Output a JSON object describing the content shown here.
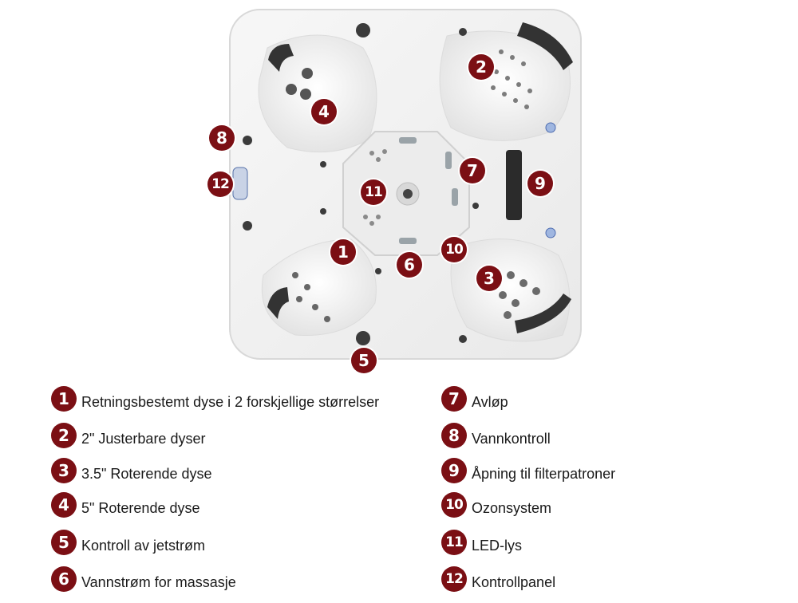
{
  "markers": [
    {
      "num": "1",
      "label": "Retningsbestemt dyse i 2 forskjellige størrelser"
    },
    {
      "num": "2",
      "label": "2\" Justerbare dyser"
    },
    {
      "num": "3",
      "label": "3.5\" Roterende dyse"
    },
    {
      "num": "4",
      "label": "5\" Roterende dyse"
    },
    {
      "num": "5",
      "label": "Kontroll av jetstrøm"
    },
    {
      "num": "6",
      "label": "Vannstrøm for massasje"
    },
    {
      "num": "7",
      "label": "Avløp"
    },
    {
      "num": "8",
      "label": "Vannkontroll"
    },
    {
      "num": "9",
      "label": "Åpning til filterpatroner"
    },
    {
      "num": "10",
      "label": "Ozonsystem"
    },
    {
      "num": "11",
      "label": "LED-lys"
    },
    {
      "num": "12",
      "label": "Kontrollpanel"
    }
  ],
  "colors": {
    "marker": "#7b0f14",
    "shell": "#f4f4f4",
    "pillow": "#3a3a3a"
  }
}
